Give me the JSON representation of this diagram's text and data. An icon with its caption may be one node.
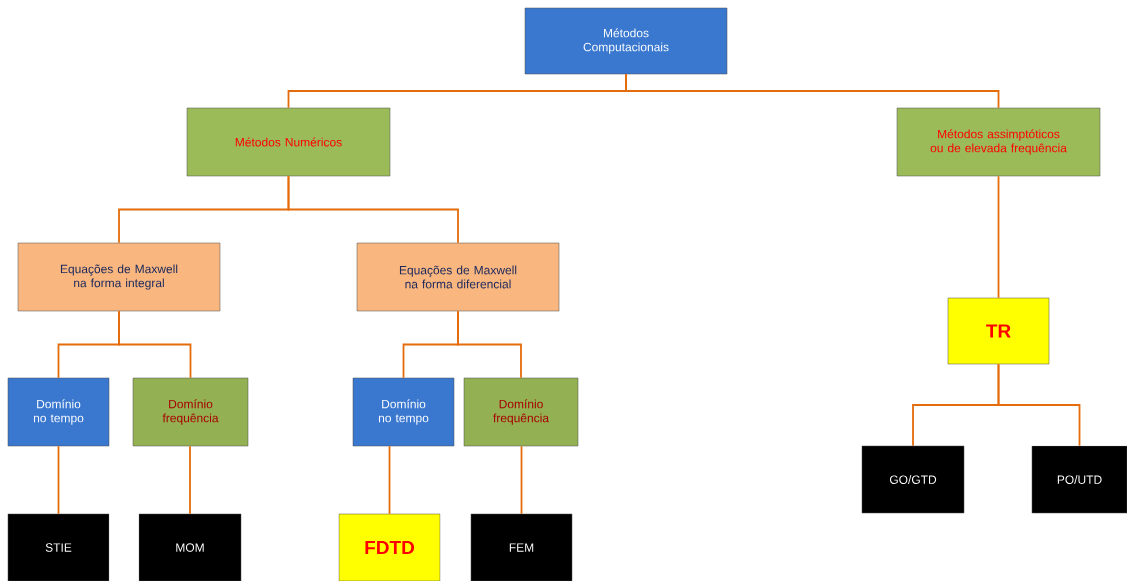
{
  "diagram": {
    "nodes": [
      {
        "text": [
          "Métodos Computacionais"
        ]
      },
      {
        "text": [
          "Métodos Numéricos"
        ]
      },
      {
        "text": [
          "Métodos assimptóticos ou de elevada frequência"
        ]
      },
      {
        "text": [
          "Equações de Maxwell na forma integral"
        ]
      },
      {
        "text": [
          "Equações de Maxwell na forma diferencial"
        ]
      },
      {
        "text": [
          "TR"
        ]
      },
      {
        "text": [
          "Domínio no tempo"
        ]
      },
      {
        "text": [
          "Domínio frequência"
        ]
      },
      {
        "text": [
          "Domínio no tempo"
        ]
      },
      {
        "text": [
          "Domínio frequência"
        ]
      },
      {
        "text": [
          "GO/GTD"
        ]
      },
      {
        "text": [
          "PO/UTD"
        ]
      },
      {
        "text": [
          "STIE"
        ]
      },
      {
        "text": [
          "MOM"
        ]
      },
      {
        "text": [
          "FDTD"
        ]
      },
      {
        "text": [
          "FEM"
        ]
      }
    ],
    "edges": [
      {
        "from": 0,
        "to": 1,
        "arrow": "none"
      },
      {
        "from": 0,
        "to": 2,
        "arrow": "none"
      },
      {
        "from": 1,
        "to": 3,
        "arrow": "none"
      },
      {
        "from": 1,
        "to": 4,
        "arrow": "none"
      },
      {
        "from": 2,
        "to": 5,
        "arrow": "none"
      },
      {
        "from": 3,
        "to": 6,
        "arrow": "none"
      },
      {
        "from": 3,
        "to": 7,
        "arrow": "none"
      },
      {
        "from": 4,
        "to": 8,
        "arrow": "none"
      },
      {
        "from": 4,
        "to": 9,
        "arrow": "none"
      },
      {
        "from": 5,
        "to": 10,
        "arrow": "none"
      },
      {
        "from": 5,
        "to": 11,
        "arrow": "none"
      },
      {
        "from": 6,
        "to": 12,
        "arrow": "none"
      },
      {
        "from": 7,
        "to": 13,
        "arrow": "none"
      },
      {
        "from": 8,
        "to": 14,
        "arrow": "none"
      },
      {
        "from": 9,
        "to": 15,
        "arrow": "none"
      }
    ]
  }
}
